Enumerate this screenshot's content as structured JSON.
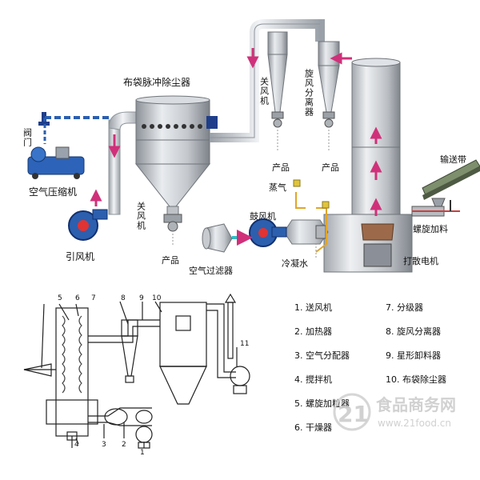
{
  "top_diagram": {
    "valve": "阀门",
    "air_compressor": "空气压缩机",
    "induced_fan": "引风机",
    "bag_filter_title": "布袋脉冲除尘器",
    "air_lock_left": "关风机",
    "product_left": "产品",
    "air_filter": "空气过滤器",
    "blower": "鼓风机",
    "steam": "蒸气",
    "condensate": "冷凝水",
    "air_lock_top": "关风机",
    "product_mid": "产品",
    "cyclone": "旋风分离器",
    "product_right": "产品",
    "conveyor": "输送带",
    "screw_feeder": "螺旋加料",
    "crushing_motor": "打散电机"
  },
  "schematic": {
    "numbers": [
      "1",
      "2",
      "3",
      "4",
      "5",
      "6",
      "7",
      "8",
      "9",
      "10",
      "11"
    ]
  },
  "legend": {
    "items": [
      "1. 送风机",
      "2. 加热器",
      "3. 空气分配器",
      "4. 搅拌机",
      "5. 螺旋加粒器",
      "6. 干燥器",
      "7. 分级器",
      "8. 旋风分离器",
      "9. 星形卸料器",
      "10. 布袋除尘器"
    ]
  },
  "watermark": {
    "logo_number": "21",
    "cn_text": "食品商务网",
    "url": "www.21food.cn"
  },
  "colors": {
    "pipe": "#d7dbe0",
    "pipe_edge": "#8e949b",
    "arrow": "#d0307a",
    "blue": "#2a5fb0",
    "dark_blue": "#1f3e8a",
    "green": "#3a8b3a"
  }
}
